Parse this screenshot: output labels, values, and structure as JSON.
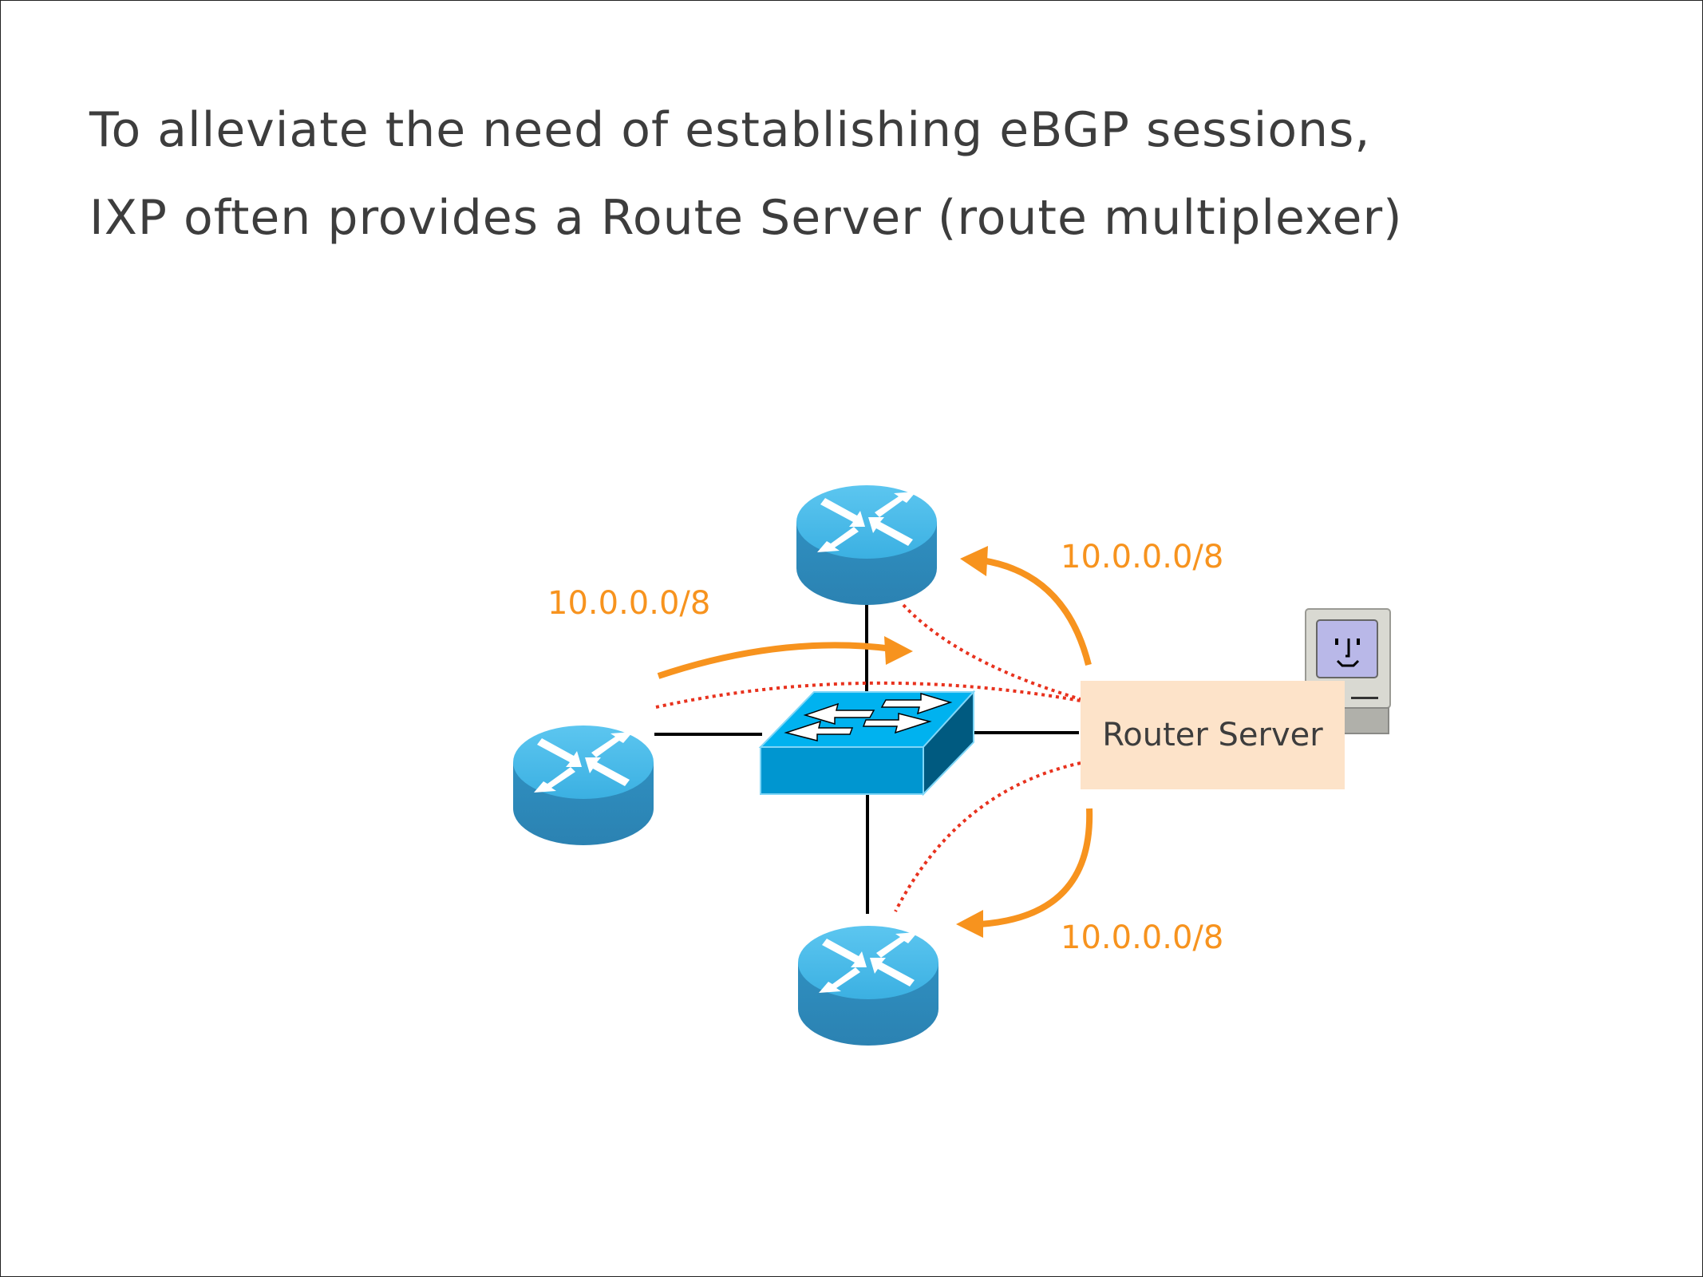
{
  "slide": {
    "title_lines": [
      "To alleviate the need of establishing eBGP sessions,",
      "IXP often provides a Route Server (route multiplexer)"
    ]
  },
  "diagram": {
    "nodes": {
      "top_router": {
        "type": "router"
      },
      "left_router": {
        "type": "router"
      },
      "bottom_router": {
        "type": "router"
      },
      "switch": {
        "type": "switch"
      },
      "route_server": {
        "type": "server",
        "label": "Router Server"
      },
      "computer": {
        "type": "computer-icon"
      }
    },
    "announcements": {
      "left_to_switch": "10.0.0.0/8",
      "server_to_top": "10.0.0.0/8",
      "server_to_bottom": "10.0.0.0/8"
    },
    "colors": {
      "announcement": "#f7931e",
      "bgp_session": "#e8321e",
      "link": "#000000",
      "router": "#3aa8d8",
      "switch": "#009bd6",
      "server_box": "#fde3c9"
    }
  }
}
